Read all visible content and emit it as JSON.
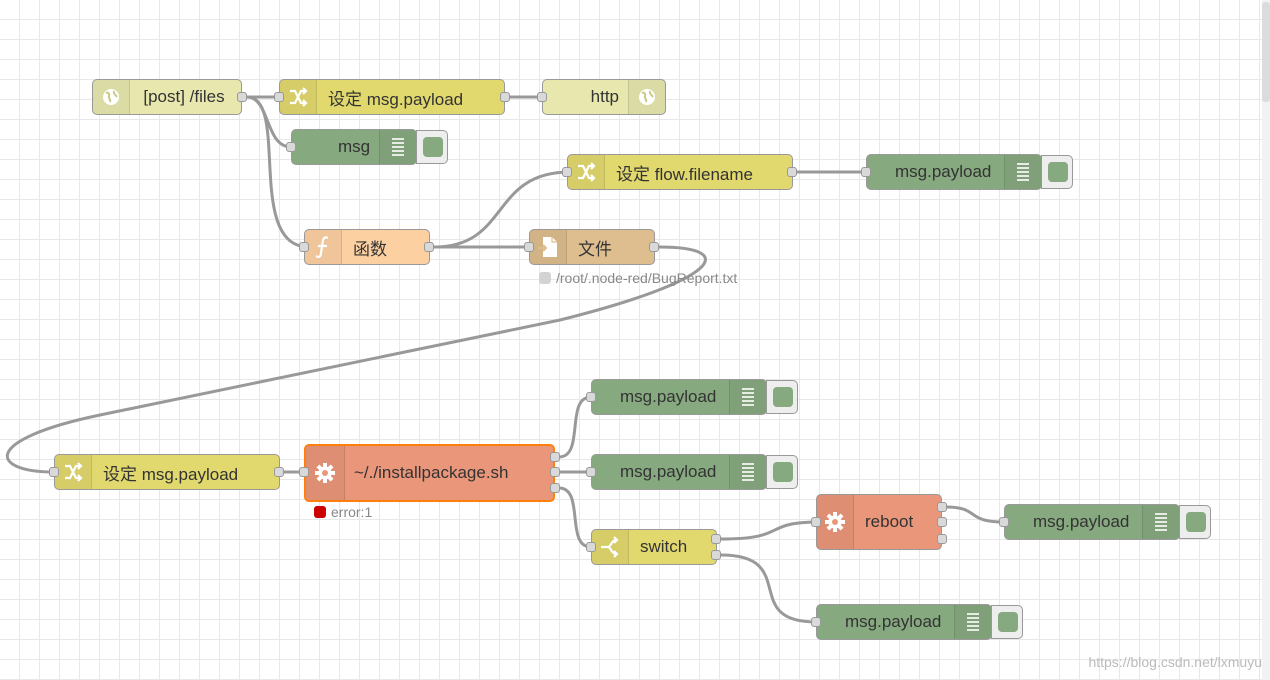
{
  "colors": {
    "inject_http": "#e7e7ae",
    "change": "#e2d96e",
    "debug": "#87a980",
    "function": "#fdd0a2",
    "file": "#debd8e",
    "exec": "#e9967a",
    "switch": "#e2d96e",
    "wire": "#999999",
    "selected_border": "#ff7f0e",
    "error_dot": "#cc0000",
    "status_grey": "#d3d3d3"
  },
  "nodes": {
    "http_in": {
      "label": "[post] /files",
      "icon": "globe-icon"
    },
    "change_payload_top": {
      "label": "设定 msg.payload",
      "icon": "shuffle-icon"
    },
    "http_response": {
      "label": "http",
      "icon": "globe-icon"
    },
    "debug_msg": {
      "label": "msg",
      "icon": "list-icon"
    },
    "change_filename": {
      "label": "设定 flow.filename",
      "icon": "shuffle-icon"
    },
    "debug_payload_1": {
      "label": "msg.payload",
      "icon": "list-icon"
    },
    "function_node": {
      "label": "函数",
      "icon": "function-icon"
    },
    "file_node": {
      "label": "文件",
      "icon": "file-icon",
      "status": "/root/.node-red/BugReport.txt"
    },
    "change_payload_bottom": {
      "label": "设定 msg.payload",
      "icon": "shuffle-icon"
    },
    "exec_install": {
      "label": "~/./installpackage.sh",
      "icon": "cog-icon",
      "status": "error:1"
    },
    "debug_payload_2": {
      "label": "msg.payload",
      "icon": "list-icon"
    },
    "debug_payload_3": {
      "label": "msg.payload",
      "icon": "list-icon"
    },
    "switch_node": {
      "label": "switch",
      "icon": "switch-icon"
    },
    "exec_reboot": {
      "label": "reboot",
      "icon": "cog-icon"
    },
    "debug_payload_4": {
      "label": "msg.payload",
      "icon": "list-icon"
    },
    "debug_payload_5": {
      "label": "msg.payload",
      "icon": "list-icon"
    }
  },
  "watermark": "https://blog.csdn.net/lxmuyu"
}
